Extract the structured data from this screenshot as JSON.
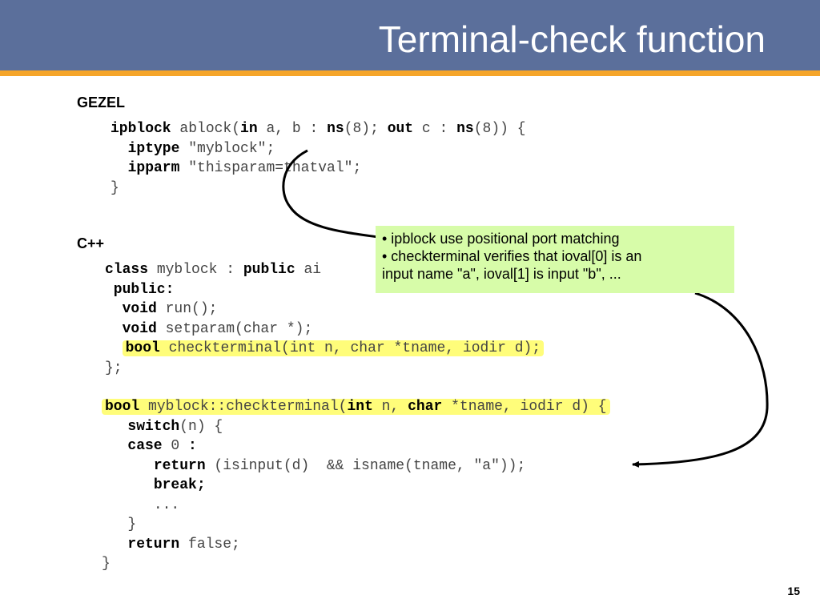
{
  "slide": {
    "title": "Terminal-check function",
    "page_number": "15"
  },
  "gezel": {
    "label": "GEZEL",
    "lines": [
      {
        "k1": "ipblock",
        "t1": " ablock(",
        "k2": "in",
        "t2": " a, b : ",
        "k3": "ns",
        "t3": "(8); ",
        "k4": "out",
        "t4": " c : ",
        "k5": "ns",
        "t5": "(8)) {"
      },
      {
        "k1": "  iptype",
        "t1": " \"myblock\";"
      },
      {
        "k1": "  ipparm",
        "t1": " \"thisparam=thatval\";"
      },
      {
        "t0": "}"
      }
    ]
  },
  "cpp": {
    "label": "C++",
    "class_block": {
      "l1_k1": "class",
      "l1_t1": " myblock : ",
      "l1_k2": "public",
      "l1_t2": " ai",
      "l2_k1": " public",
      "l2_t1": ":",
      "l3_k1": "  void",
      "l3_t1": " run();",
      "l4_k1": "  void",
      "l4_t1": " setparam(char *);",
      "l5_k1": "bool",
      "l5_t1": " checkterminal(int n, char *tname, iodir d);",
      "l6_t1": "};"
    },
    "impl_block": {
      "l1_k1": "bool",
      "l1_t1": " myblock::checkterminal(",
      "l1_k2": "int",
      "l1_t2": " n, ",
      "l1_k3": "char",
      "l1_t3": " *tname, iodir d) {",
      "l2_k1": "switch",
      "l2_t1": "(n) {",
      "l3_k1": "case",
      "l3_t1": " 0 ",
      "l3_k2": ":",
      "l4_k1": "return",
      "l4_t1": " (isinput(d)  && isname(tname, \"a\"));",
      "l5_k1": "break",
      "l5_t1": ";",
      "l6_t1": "...",
      "l7_t1": "}",
      "l8_k1": "return",
      "l8_t1": " false;",
      "l9_t1": "}"
    }
  },
  "note": {
    "line1": "• ipblock use positional port matching",
    "line2": "• checkterminal verifies that ioval[0]  is an",
    "line3": "   input name \"a\", ioval[1] is input \"b\", ..."
  },
  "colors": {
    "header": "#5b6f9b",
    "header_rule": "#f5a52a",
    "highlight": "#fffd7a",
    "note_background": "#d7fca9"
  }
}
